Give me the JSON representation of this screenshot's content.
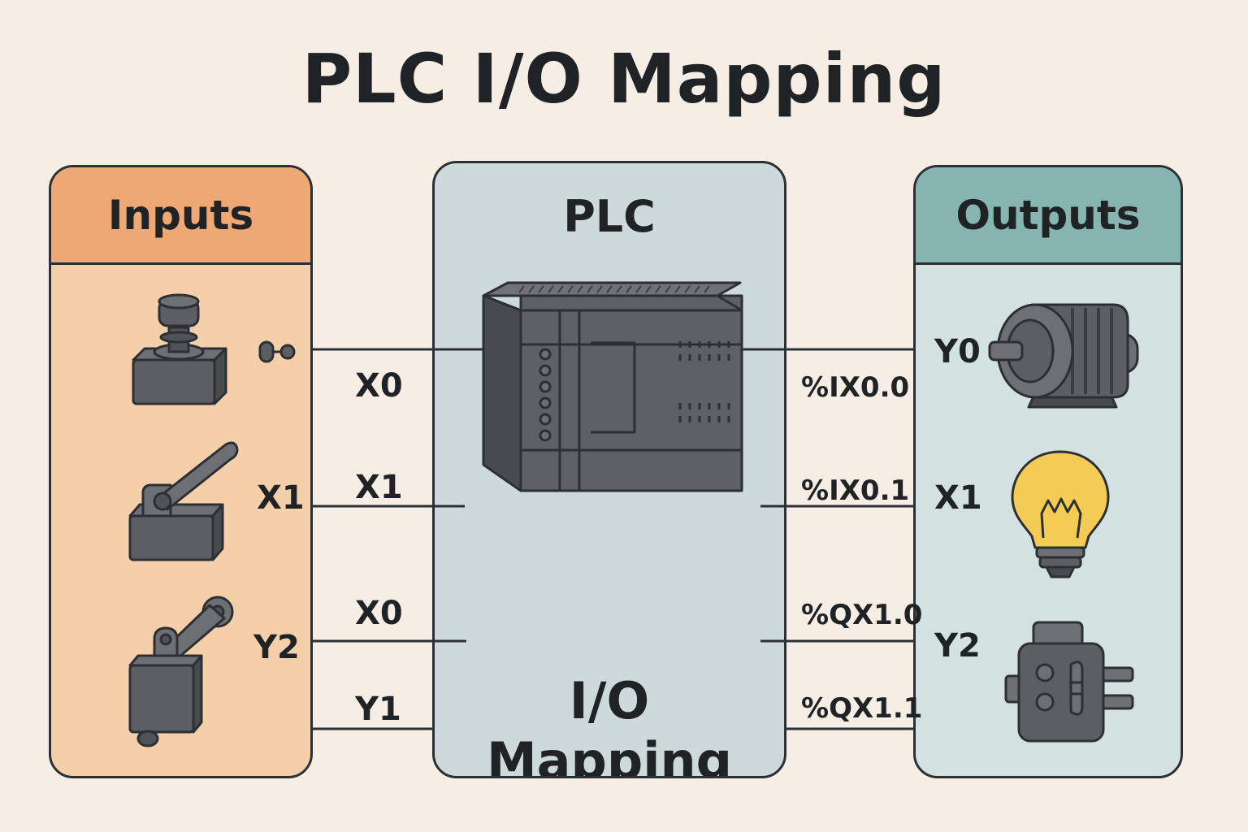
{
  "title": "PLC I/O Mapping",
  "inputs": {
    "header": "Inputs",
    "device_labels": [
      "X1",
      "Y2"
    ]
  },
  "plc": {
    "header": "PLC",
    "caption_line1": "I/O",
    "caption_line2": "Mapping"
  },
  "outputs": {
    "header": "Outputs",
    "device_labels": [
      "Y0",
      "X1",
      "Y2"
    ]
  },
  "signals": [
    {
      "tag": "X0",
      "address": "%IX0.0"
    },
    {
      "tag": "X1",
      "address": "%IX0.1"
    },
    {
      "tag": "X0",
      "address": "%QX1.0"
    },
    {
      "tag": "Y1",
      "address": "%QX1.1"
    }
  ],
  "colors": {
    "background": "#f6eee4",
    "inputs_header": "#eea874",
    "inputs_body": "#f5cfa9",
    "plc_body": "#cdd9db",
    "outputs_header": "#86b5b1",
    "outputs_body": "#d3e2e0",
    "device": "#5b5f63",
    "lamp": "#f4cb55"
  },
  "icons": [
    "push-button-icon",
    "contact-icon",
    "lever-switch-icon",
    "limit-switch-icon",
    "plc-module-icon",
    "motor-icon",
    "light-bulb-icon",
    "solenoid-valve-icon"
  ]
}
